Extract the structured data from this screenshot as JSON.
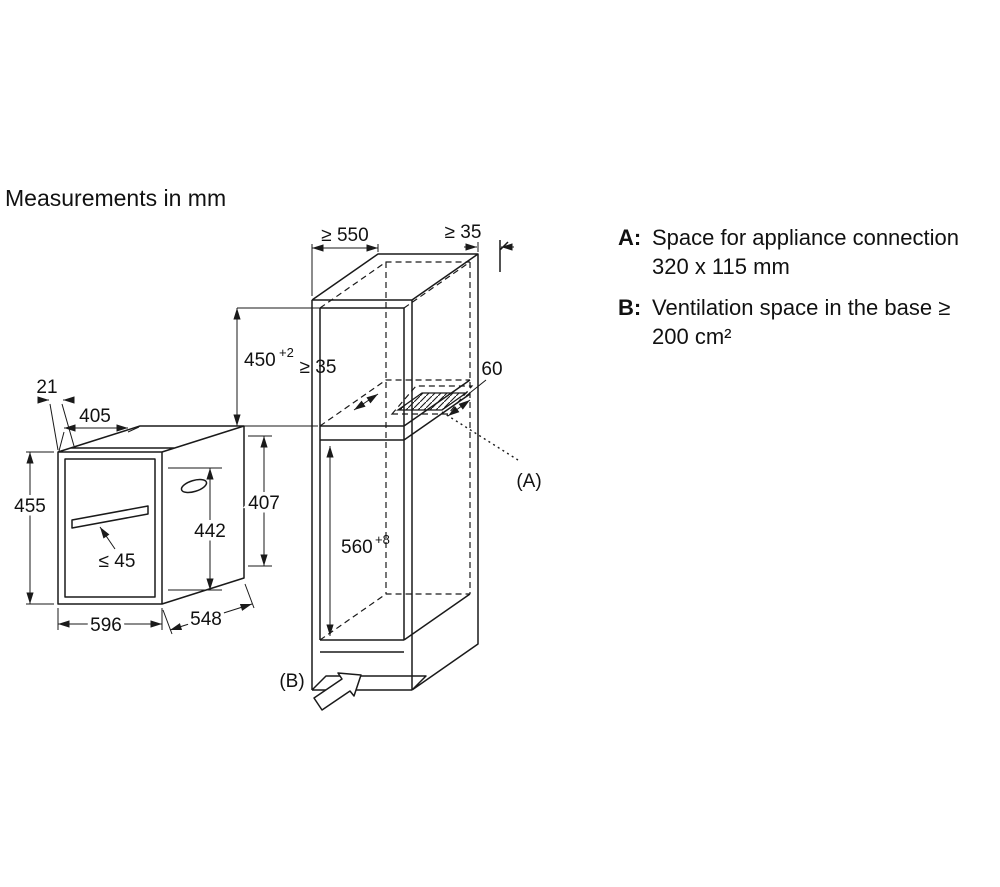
{
  "title": "Measurements in mm",
  "legend": {
    "a_key": "A:",
    "a_line1": "Space for appliance connection",
    "a_line2": "320 x 115 mm",
    "b_key": "B:",
    "b_line1": "Ventilation space in the base ≥",
    "b_line2": "200 cm²"
  },
  "oven_dims": {
    "frame_offset": "21",
    "top_depth": "405",
    "front_height": "455",
    "handle_clearance": "≤ 45",
    "body_height": "442",
    "rear_height": "407",
    "width": "596",
    "depth": "548"
  },
  "cabinet_dims": {
    "depth": "≥ 550",
    "rear_top_gap": "≥ 35",
    "niche_height": "450",
    "niche_height_tol": "+2",
    "rear_clearance": "≥ 35",
    "connection_offset": "60",
    "lower_niche_height": "560",
    "lower_niche_tol": "+8",
    "connection_label": "(A)",
    "ventilation_label": "(B)"
  },
  "colors": {
    "line": "#1a1a1a",
    "background": "#ffffff"
  }
}
